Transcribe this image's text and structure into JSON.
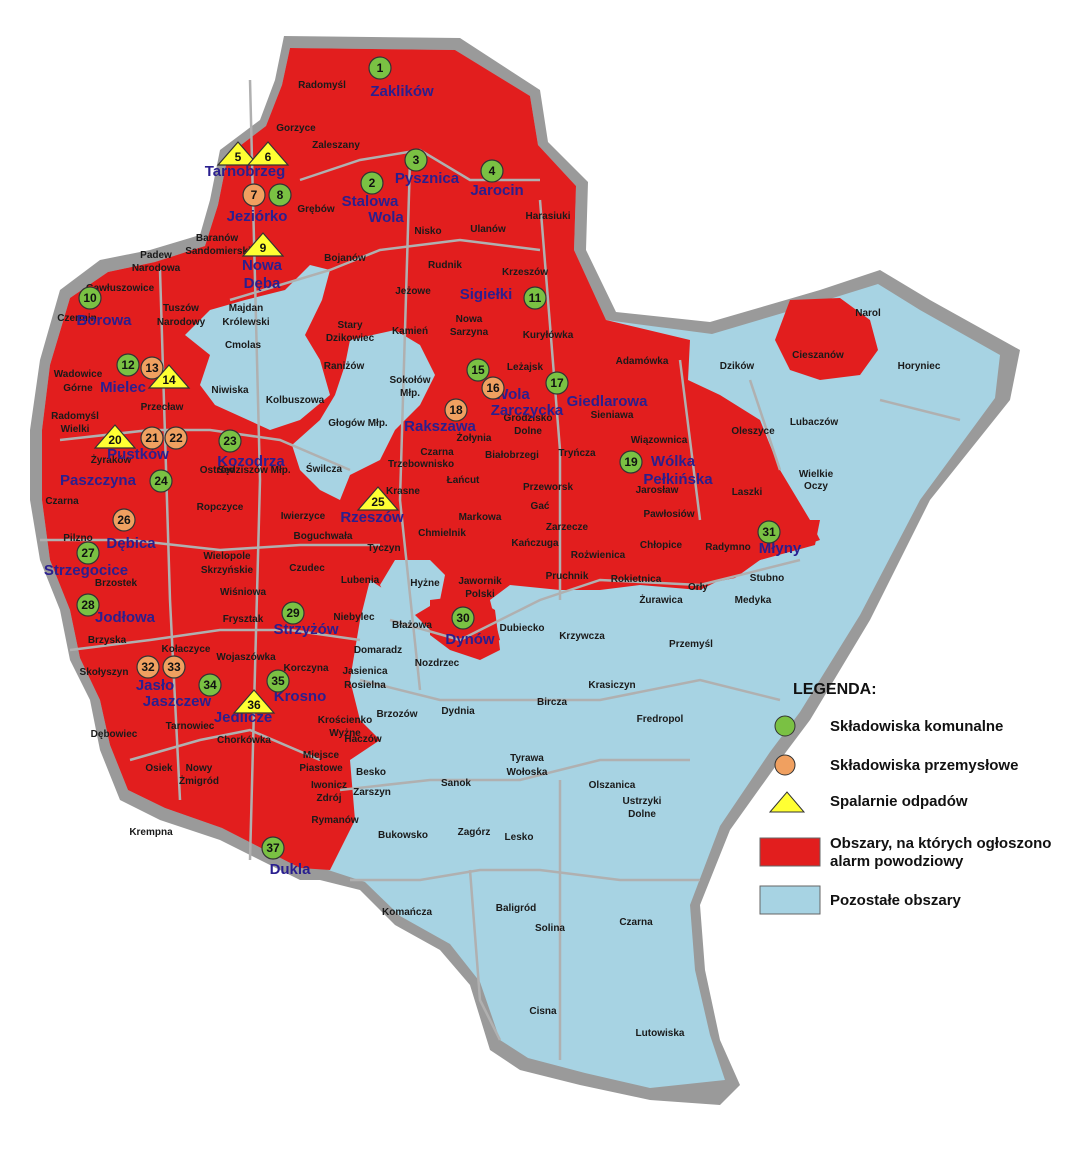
{
  "colors": {
    "flood": "#e21e1e",
    "other": "#a7d3e3",
    "border": "#9a9a9a",
    "internal": "#b0b0b0",
    "municipal": "#7ac143",
    "industrial": "#f0a060",
    "incinerator": "#ffff33",
    "site_label": "#2a1f8f"
  },
  "icons": {
    "municipal": "green-circle-icon",
    "industrial": "orange-circle-icon",
    "incinerator": "yellow-triangle-icon",
    "flood_area": "red-rectangle-icon",
    "other_area": "blue-rectangle-icon"
  },
  "legend": {
    "title": "LEGENDA:",
    "municipal": "Składowiska komunalne",
    "industrial": "Składowiska przemysłowe",
    "incinerator": "Spalarnie odpadów",
    "flood_line1": "Obszary, na których ogłoszono",
    "flood_line2": "alarm powodziowy",
    "other": "Pozostałe obszary"
  },
  "sites": [
    {
      "n": "1",
      "type": "municipal"
    },
    {
      "n": "2",
      "type": "municipal"
    },
    {
      "n": "3",
      "type": "municipal"
    },
    {
      "n": "4",
      "type": "municipal"
    },
    {
      "n": "5",
      "type": "incinerator"
    },
    {
      "n": "6",
      "type": "incinerator"
    },
    {
      "n": "7",
      "type": "industrial"
    },
    {
      "n": "8",
      "type": "municipal"
    },
    {
      "n": "9",
      "type": "incinerator"
    },
    {
      "n": "10",
      "type": "municipal"
    },
    {
      "n": "11",
      "type": "municipal"
    },
    {
      "n": "12",
      "type": "municipal"
    },
    {
      "n": "13",
      "type": "industrial"
    },
    {
      "n": "14",
      "type": "incinerator"
    },
    {
      "n": "15",
      "type": "municipal"
    },
    {
      "n": "16",
      "type": "industrial"
    },
    {
      "n": "17",
      "type": "municipal"
    },
    {
      "n": "18",
      "type": "industrial"
    },
    {
      "n": "19",
      "type": "municipal"
    },
    {
      "n": "20",
      "type": "incinerator"
    },
    {
      "n": "21",
      "type": "industrial"
    },
    {
      "n": "22",
      "type": "industrial"
    },
    {
      "n": "23",
      "type": "municipal"
    },
    {
      "n": "24",
      "type": "municipal"
    },
    {
      "n": "25",
      "type": "incinerator"
    },
    {
      "n": "26",
      "type": "industrial"
    },
    {
      "n": "27",
      "type": "municipal"
    },
    {
      "n": "28",
      "type": "municipal"
    },
    {
      "n": "29",
      "type": "municipal"
    },
    {
      "n": "30",
      "type": "municipal"
    },
    {
      "n": "31",
      "type": "municipal"
    },
    {
      "n": "32",
      "type": "industrial"
    },
    {
      "n": "33",
      "type": "industrial"
    },
    {
      "n": "34",
      "type": "municipal"
    },
    {
      "n": "35",
      "type": "municipal"
    },
    {
      "n": "36",
      "type": "incinerator"
    },
    {
      "n": "37",
      "type": "municipal"
    }
  ],
  "site_names": [
    "Zaklików",
    "Tarnobrzeg",
    "Pysznica",
    "Jarocin",
    "Stalowa",
    "Wola",
    "Jeziórko",
    "Nowa",
    "Dęba",
    "Borowa",
    "Sigiełki",
    "Mielec",
    "Wola",
    "Zarczycka",
    "Giedlarowa",
    "Rakszawa",
    "Wólka",
    "Pełkińska",
    "Pustków",
    "Kozodrza",
    "Paszczyna",
    "Rzeszów",
    "Dębica",
    "Strzegocice",
    "Młyny",
    "Jodłowa",
    "Strzyżów",
    "Dynów",
    "Jasło",
    "Krosno",
    "Jaszczew",
    "Jedlicze",
    "Dukla"
  ],
  "gminy": [
    "Radomyśl",
    "Gorzyce",
    "Zaleszany",
    "Grębów",
    "Harasiuki",
    "Nisko",
    "Ulanów",
    "Baranów",
    "Sandomierski",
    "Padew",
    "Narodowa",
    "Bojanów",
    "Rudnik",
    "Krzeszów",
    "Gawłuszowice",
    "Tuszów",
    "Narodowy",
    "Majdan",
    "Królewski",
    "Jeżowe",
    "Czermin",
    "Cmolas",
    "Stary",
    "Dzikowiec",
    "Kamień",
    "Nowa",
    "Sarzyna",
    "Kuryłówka",
    "Narol",
    "Wadowice",
    "Górne",
    "Raniżów",
    "Leżajsk",
    "Adamówka",
    "Cieszanów",
    "Horyniec",
    "Niwiska",
    "Sokołów",
    "Młp.",
    "Dzików",
    "Radomyśl",
    "Wielki",
    "Przecław",
    "Kolbuszowa",
    "Grodzisko",
    "Dolne",
    "Sieniawa",
    "Lubaczów",
    "Oleszyce",
    "Głogów Młp.",
    "Żołynia",
    "Tryńcza",
    "Wiązownica",
    "Czarna",
    "Białobrzegi",
    "Żyraków",
    "Ostrów",
    "Sędziszów Młp.",
    "Świlcza",
    "Trzebownisko",
    "Łańcut",
    "Przeworsk",
    "Jarosław",
    "Wielkie",
    "Oczy",
    "Laszki",
    "Krasne",
    "Czarna",
    "Ropczyce",
    "Iwierzyce",
    "Gać",
    "Pawłosiów",
    "Markowa",
    "Zarzecze",
    "Chłopice",
    "Radymno",
    "Pilzno",
    "Boguchwała",
    "Chmielnik",
    "Kańczuga",
    "Rożwienica",
    "Stubno",
    "Wielopole",
    "Skrzyńskie",
    "Tyczyn",
    "Brzostek",
    "Czudec",
    "Lubenia",
    "Hyżne",
    "Jawornik",
    "Polski",
    "Pruchnik",
    "Rokietnica",
    "Żurawica",
    "Orły",
    "Medyka",
    "Wiśniowa",
    "Frysztak",
    "Niebylec",
    "Błażowa",
    "Dubiecko",
    "Krzywcza",
    "Przemyśl",
    "Brzyska",
    "Kołaczyce",
    "Wojaszówka",
    "Domaradz",
    "Nozdrzec",
    "Skołyszyn",
    "Korczyna",
    "Jasienica",
    "Rosielna",
    "Krasiczyn",
    "Bircza",
    "Fredropol",
    "Brzozów",
    "Dydnia",
    "Dębowiec",
    "Tarnowiec",
    "Chorkówka",
    "Krościenko",
    "Wyżne",
    "Haczów",
    "Miejsce",
    "Piastowe",
    "Besko",
    "Zarszyn",
    "Sanok",
    "Tyrawa",
    "Wołoska",
    "Olszanica",
    "Osiek",
    "Nowy",
    "Żmigród",
    "Iwonicz",
    "Zdrój",
    "Rymanów",
    "Ustrzyki",
    "Dolne",
    "Krempna",
    "Bukowsko",
    "Zagórz",
    "Lesko",
    "Komańcza",
    "Baligród",
    "Solina",
    "Czarna",
    "Cisna",
    "Lutowiska"
  ]
}
